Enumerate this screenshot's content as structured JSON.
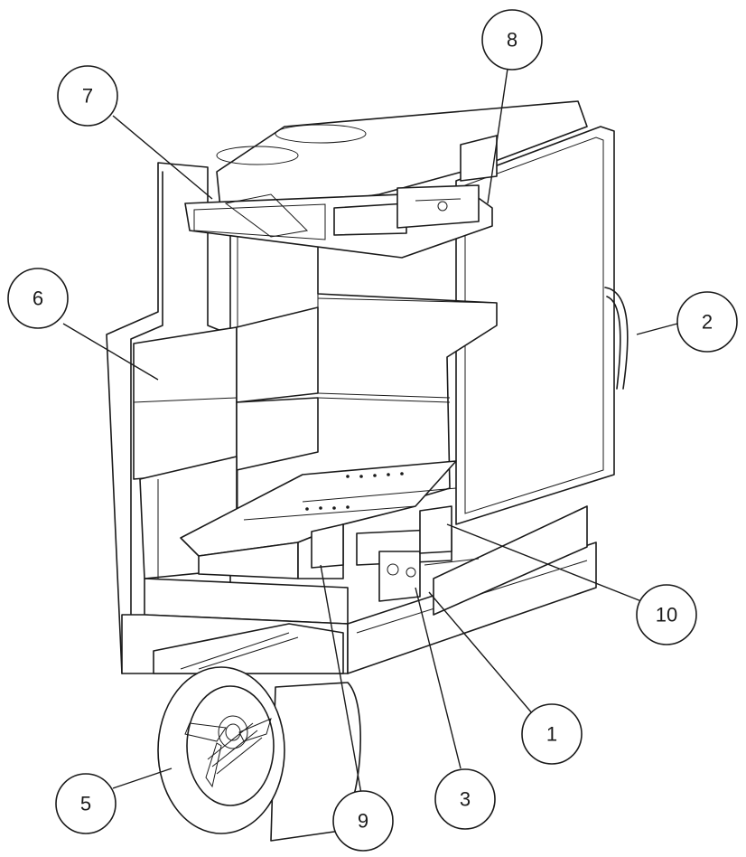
{
  "callouts": [
    {
      "id": "1",
      "label": "1"
    },
    {
      "id": "2",
      "label": "2"
    },
    {
      "id": "3",
      "label": "3"
    },
    {
      "id": "5",
      "label": "5"
    },
    {
      "id": "6",
      "label": "6"
    },
    {
      "id": "7",
      "label": "7"
    },
    {
      "id": "8",
      "label": "8"
    },
    {
      "id": "9",
      "label": "9"
    },
    {
      "id": "10",
      "label": "10"
    }
  ]
}
